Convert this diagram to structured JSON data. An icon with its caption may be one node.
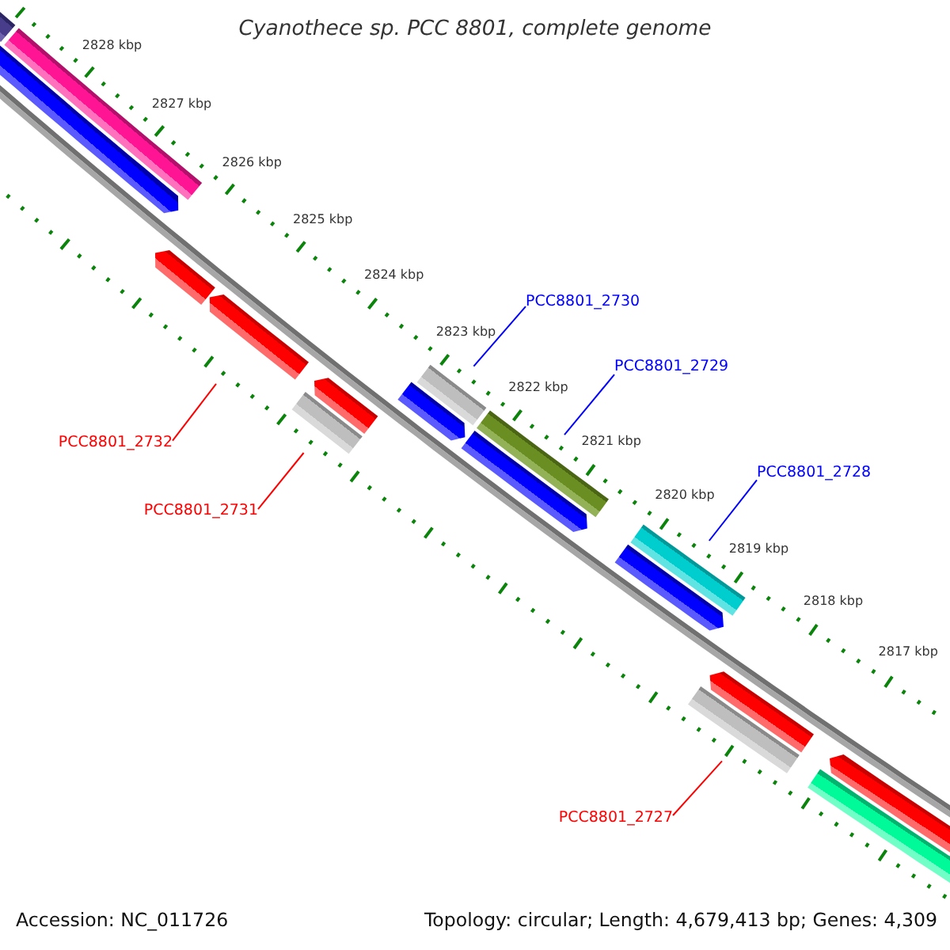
{
  "diagram": {
    "title": "Cyanothece sp. PCC 8801, complete genome",
    "nodes": [
      {
        "text": [
          "PCC8801_2730"
        ]
      },
      {
        "text": [
          "PCC8801_2729"
        ]
      },
      {
        "text": [
          "PCC8801_2732"
        ]
      },
      {
        "text": [
          "PCC8801_2728"
        ]
      },
      {
        "text": [
          "PCC8801_2731"
        ]
      },
      {
        "text": [
          "PCC8801_2727"
        ]
      },
      {
        "text": [],
        "shape": "bar"
      },
      {
        "text": [],
        "shape": "bar"
      },
      {
        "text": [],
        "shape": "bar"
      },
      {
        "text": [],
        "shape": "bar"
      },
      {
        "text": [],
        "shape": "bar"
      },
      {
        "text": [],
        "shape": "bar"
      },
      {
        "text": [],
        "shape": "bar"
      },
      {
        "text": [],
        "shape": "bar"
      },
      {
        "text": [],
        "shape": "bar"
      },
      {
        "text": [],
        "shape": "bar"
      },
      {
        "text": [],
        "shape": "bar"
      },
      {
        "text": [],
        "shape": "bar"
      },
      {
        "text": [],
        "shape": "bar"
      },
      {
        "text": [],
        "shape": "bar"
      },
      {
        "text": [],
        "shape": "bar"
      },
      {
        "text": [],
        "shape": "bar"
      },
      {
        "text": [],
        "shape": "bar"
      }
    ],
    "edges": [
      {
        "from": 0,
        "to": 14,
        "arrow": "none",
        "color": "#0000ff"
      },
      {
        "from": 1,
        "to": 16,
        "arrow": "none",
        "color": "#0000ff"
      },
      {
        "from": 2,
        "to": 10,
        "arrow": "none",
        "color": "#ff0000"
      },
      {
        "from": 3,
        "to": 18,
        "arrow": "none",
        "color": "#0000ff"
      },
      {
        "from": 4,
        "to": 11,
        "arrow": "none",
        "color": "#ff0000"
      },
      {
        "from": 5,
        "to": 19,
        "arrow": "none",
        "color": "#ff0000"
      }
    ],
    "labels": [
      "2828 kbp",
      "2827 kbp",
      "2826 kbp",
      "2825 kbp",
      "2824 kbp",
      "2823 kbp",
      "2822 kbp",
      "2821 kbp",
      "2820 kbp",
      "2819 kbp",
      "2818 kbp",
      "2817 kbp",
      "Accession: NC_011726",
      "Topology: circular; Length: 4,679,413 bp; Genes: 4,309"
    ]
  }
}
